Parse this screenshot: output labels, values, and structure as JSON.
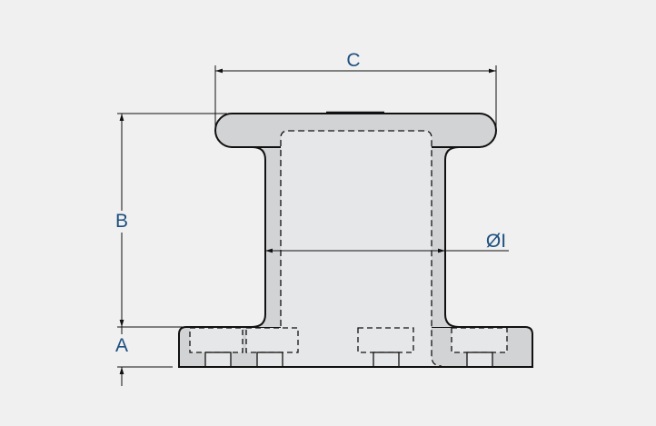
{
  "dimensions": {
    "c": "C",
    "b": "B",
    "a": "A",
    "diameter_i": "ØI"
  },
  "colors": {
    "body": "#d2d3d5",
    "bore": "#e6e7e8",
    "line": "#111111",
    "label": "#1d4f7f"
  }
}
